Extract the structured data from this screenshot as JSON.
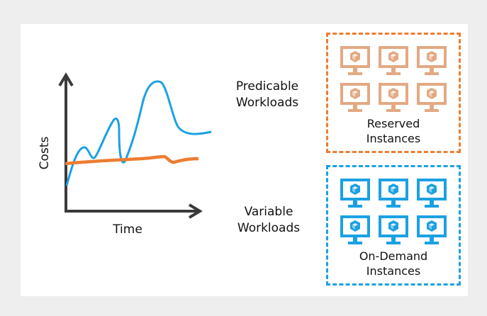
{
  "chart": {
    "ylabel": "Costs",
    "xlabel": "Time",
    "series_colors": {
      "variable": "#1BA1E2",
      "predictable": "#ED7D31"
    }
  },
  "labels": {
    "predictable": "Predicable\nWorkloads",
    "variable": "Variable\nWorkloads"
  },
  "reserved": {
    "caption": "Reserved\nInstances",
    "color": "#ED7D31",
    "icon": "vm-monitor-icon",
    "count": 6
  },
  "ondemand": {
    "caption": "On-Demand\nInstances",
    "color": "#1BA1E2",
    "icon": "vm-monitor-icon",
    "count": 6
  }
}
